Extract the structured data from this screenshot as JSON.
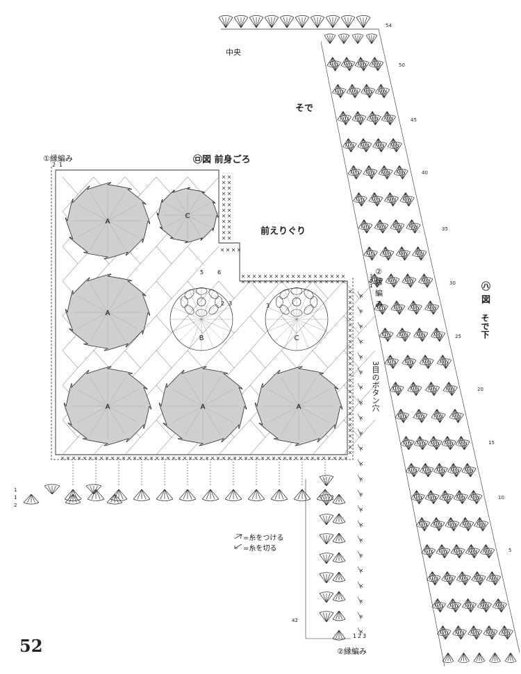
{
  "labels": {
    "figure_ro": "㋺図 前身ごろ",
    "figure_ha": "㋩図",
    "sleeve_lower": "そで下",
    "sleeve": "そで",
    "front_neckline": "前えりぐり",
    "edge1": "①縁編み",
    "edge2_right": "②縁編み",
    "edge2_bottom": "②縁編み",
    "center": "中央",
    "buttonhole": "3目のボタン穴",
    "legend_attach": "=糸をつける",
    "legend_cut": "=糸を切る",
    "page_number": "52"
  },
  "motifs": [
    {
      "id": "A1",
      "letter": "A"
    },
    {
      "id": "C1",
      "letter": "C"
    },
    {
      "id": "A2",
      "letter": "A"
    },
    {
      "id": "B1",
      "letter": "B"
    },
    {
      "id": "C2",
      "letter": "C"
    },
    {
      "id": "A3",
      "letter": "A"
    },
    {
      "id": "A4",
      "letter": "A"
    },
    {
      "id": "A5",
      "letter": "A"
    }
  ],
  "sleeve_rows": [
    "54",
    "50",
    "45",
    "40",
    "35",
    "30",
    "25",
    "20",
    "15",
    "10",
    "5"
  ],
  "edge_rows_left": [
    "1",
    "1",
    "2"
  ],
  "edge_rows_right": [
    "3",
    "2",
    "1"
  ],
  "edge_rows_bottom": [
    "1",
    "2",
    "3"
  ],
  "start_row": "42",
  "motif_small_numbers": [
    "5",
    "6",
    "2",
    "3",
    "3"
  ],
  "top_edge_numbers": [
    "2",
    "1"
  ],
  "colors": {
    "ink": "#2a2a2a",
    "motif_fill": "#cfcfcf"
  }
}
